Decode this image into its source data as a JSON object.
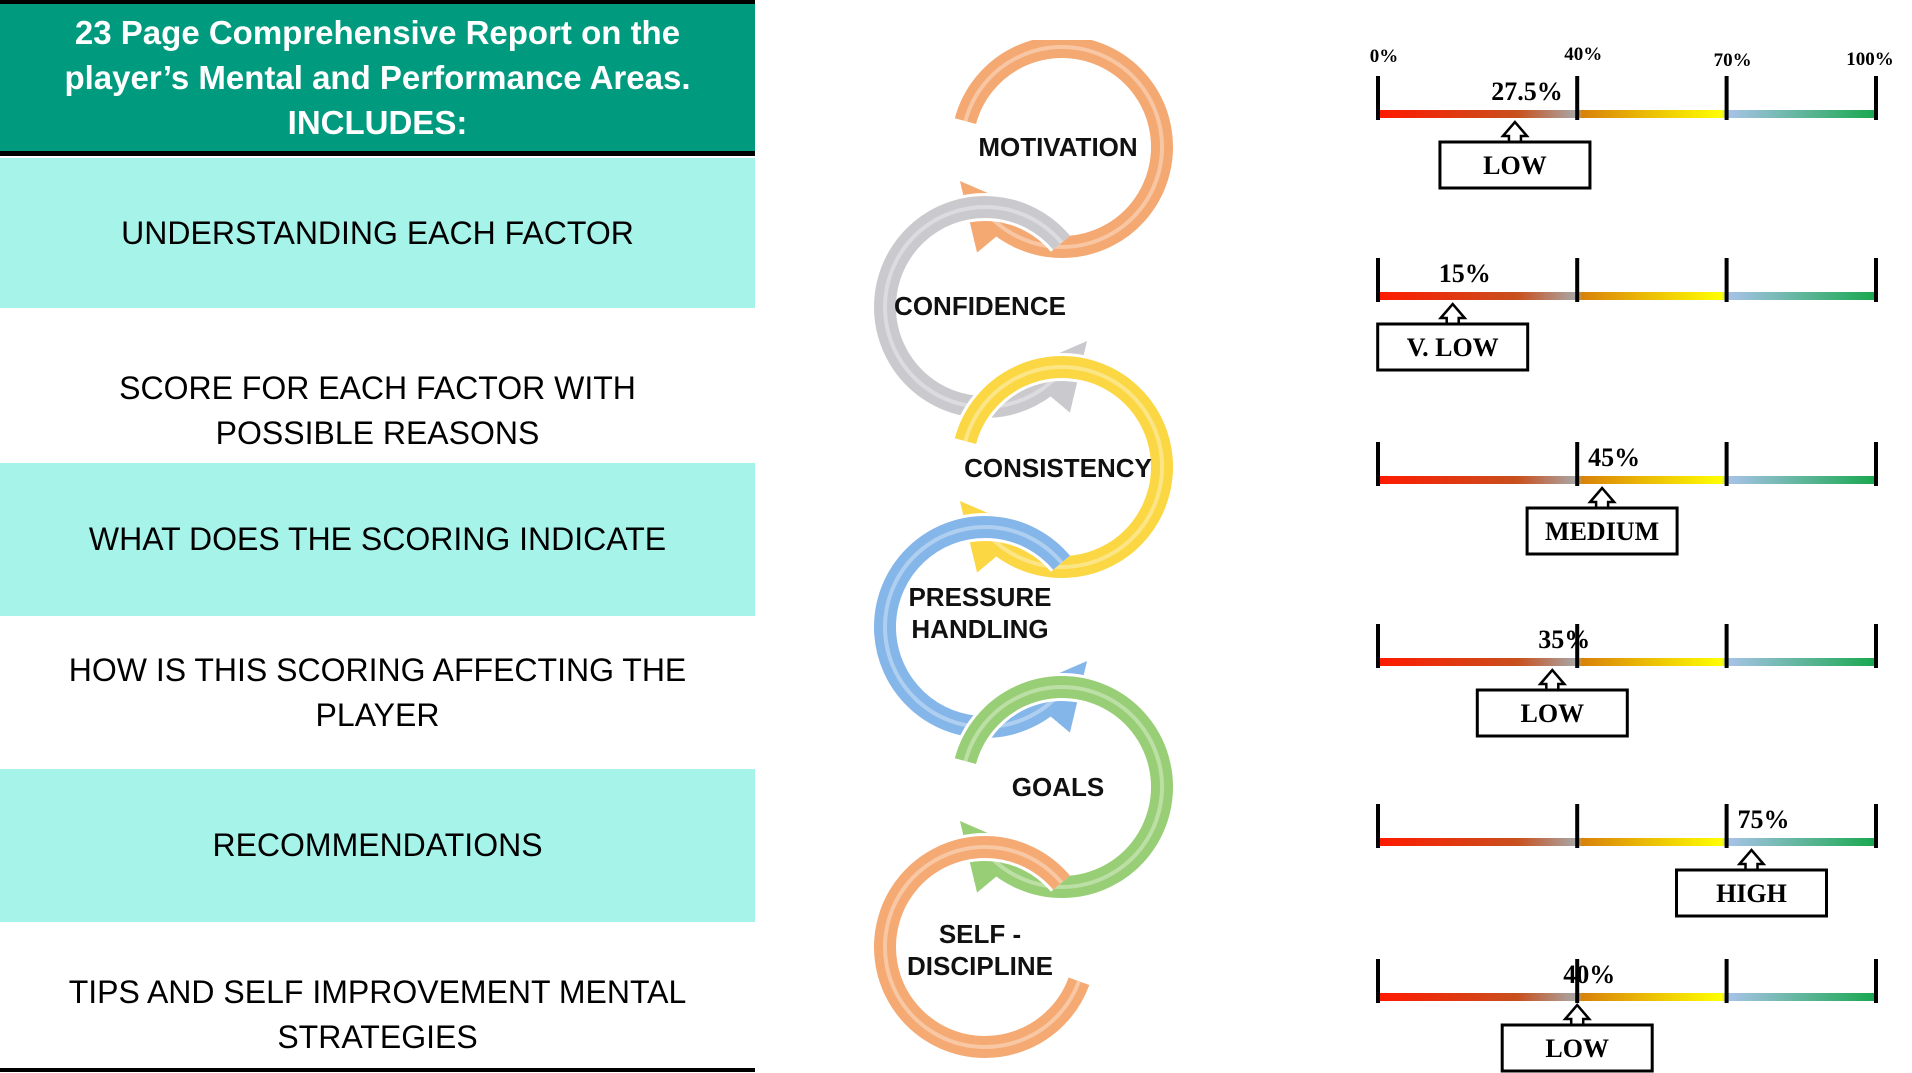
{
  "header": {
    "title": "23 Page Comprehensive Report on the\nplayer’s Mental and Performance Areas.\nINCLUDES:"
  },
  "items": [
    {
      "label": "UNDERSTANDING EACH FACTOR"
    },
    {
      "label": "SCORE FOR EACH FACTOR WITH POSSIBLE REASONS"
    },
    {
      "label": "WHAT DOES THE SCORING INDICATE"
    },
    {
      "label": "HOW IS THIS SCORING AFFECTING THE PLAYER"
    },
    {
      "label": "RECOMMENDATIONS"
    },
    {
      "label": "TIPS AND SELF IMPROVEMENT MENTAL STRATEGIES"
    }
  ],
  "cycle": {
    "factors": [
      {
        "lines": [
          "MOTIVATION"
        ],
        "color": "#f4a46b"
      },
      {
        "lines": [
          "CONFIDENCE"
        ],
        "color": "#c8c8cc"
      },
      {
        "lines": [
          "CONSISTENCY"
        ],
        "color": "#fbd53a"
      },
      {
        "lines": [
          "PRESSURE",
          "HANDLING"
        ],
        "color": "#7fb3e8"
      },
      {
        "lines": [
          "GOALS"
        ],
        "color": "#93cc6e"
      },
      {
        "lines": [
          "SELF -",
          "DISCIPLINE"
        ],
        "color": "#f4a46b"
      }
    ]
  },
  "gauges": {
    "scale_labels": [
      "0%",
      "40%",
      "70%",
      "100%"
    ],
    "items": [
      {
        "value": 27.5,
        "value_label": "27.5%",
        "level": "LOW"
      },
      {
        "value": 15,
        "value_label": "15%",
        "level": "V. LOW"
      },
      {
        "value": 45,
        "value_label": "45%",
        "level": "MEDIUM"
      },
      {
        "value": 35,
        "value_label": "35%",
        "level": "LOW"
      },
      {
        "value": 75,
        "value_label": "75%",
        "level": "HIGH"
      },
      {
        "value": 40,
        "value_label": "40%",
        "level": "LOW"
      }
    ]
  }
}
